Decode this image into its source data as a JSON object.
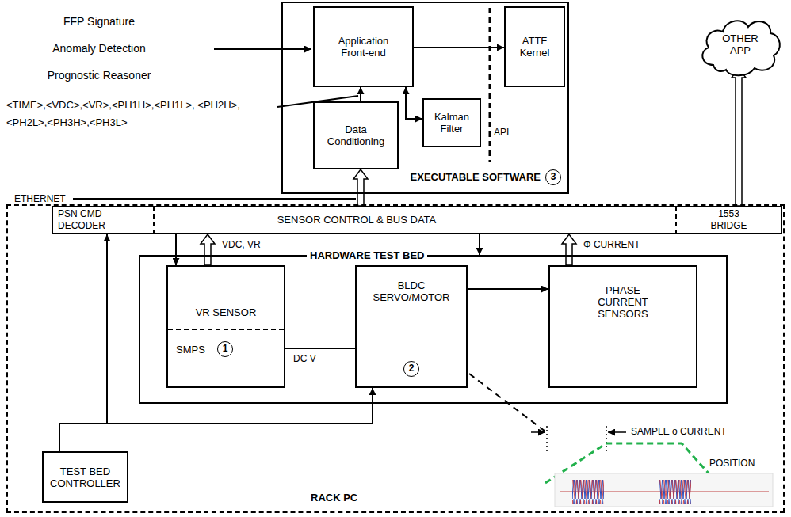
{
  "diagram": {
    "nodes": [
      {
        "text": [
          "EXECUTABLE SOFTWARE",
          "3"
        ]
      },
      {
        "text": [
          "Application Front-end"
        ],
        "in": 0
      },
      {
        "text": [
          "ATTF Kernel"
        ],
        "in": 0
      },
      {
        "text": [
          "Kalman Filter"
        ],
        "in": 0
      },
      {
        "text": [
          "Data Conditioning"
        ],
        "in": 0
      },
      {
        "text": [
          "OTHER APP"
        ]
      },
      {
        "text": [
          "RACK PC"
        ]
      },
      {
        "text": [
          "SENSOR CONTROL & BUS DATA"
        ],
        "in": 6
      },
      {
        "text": [
          "PSN CMD DECODER"
        ],
        "in": 7
      },
      {
        "text": [
          "1553 BRIDGE"
        ],
        "in": 7
      },
      {
        "text": [
          "HARDWARE TEST BED"
        ],
        "in": 6
      },
      {
        "text": [
          "VR SENSOR",
          "SMPS",
          "1"
        ],
        "in": 10
      },
      {
        "text": [
          "BLDC SERVO/MOTOR",
          "2"
        ],
        "in": 10
      },
      {
        "text": [
          "PHASE CURRENT SENSORS"
        ],
        "in": 10
      },
      {
        "text": [
          "TEST BED CONTROLLER"
        ],
        "in": 6
      }
    ],
    "edges": [
      {
        "from": 1,
        "to": 2,
        "arrow": "to"
      },
      {
        "from": 1,
        "to": 3,
        "arrow": "both"
      },
      {
        "from": 4,
        "to": 1,
        "arrow": "to"
      },
      {
        "from": 7,
        "to": 4,
        "arrow": "to"
      },
      {
        "from": 9,
        "to": 5,
        "arrow": "to"
      },
      {
        "from": 14,
        "to": 8,
        "arrow": "to"
      },
      {
        "from": 14,
        "to": 12,
        "arrow": "to"
      },
      {
        "from": 7,
        "to": 11,
        "arrow": "to"
      },
      {
        "from": 11,
        "to": 7,
        "label": "VDC, VR",
        "arrow": "to"
      },
      {
        "from": 7,
        "to": 10,
        "arrow": "to"
      },
      {
        "from": 11,
        "to": 12,
        "label": "DC V",
        "arrow": "none"
      },
      {
        "from": 12,
        "to": 13,
        "arrow": "to"
      },
      {
        "from": 13,
        "to": 7,
        "label": "Φ CURRENT",
        "arrow": "to"
      }
    ],
    "labels": [
      "FFP Signature",
      "Anomaly Detection",
      "Prognostic Reasoner",
      "<TIME>,<VDC>,<VR>,<PH1H>,<PH1L>, <PH2H>,<PH2L>,<PH3H>,<PH3L>",
      "API",
      "ETHERNET",
      "SAMPLE o CURRENT",
      "POSITION"
    ]
  }
}
